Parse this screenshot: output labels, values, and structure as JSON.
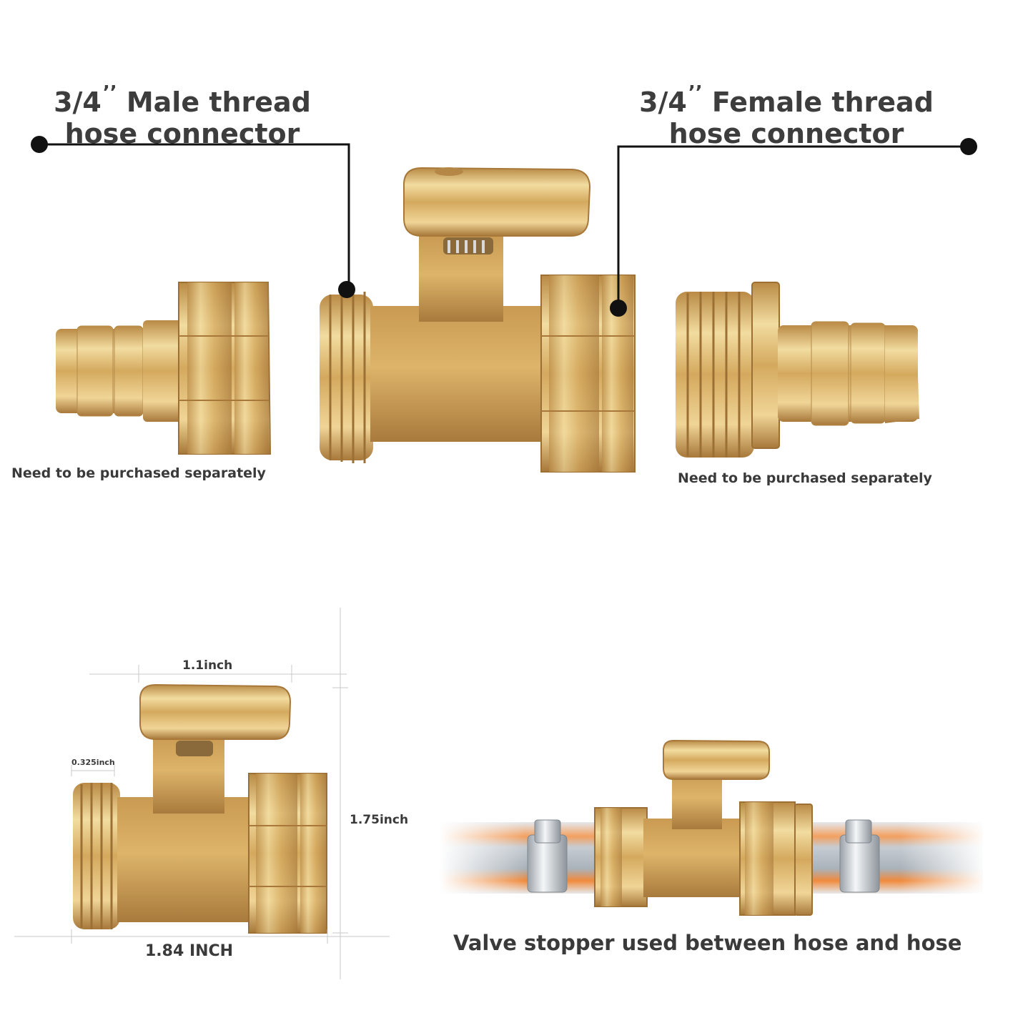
{
  "headings": {
    "male_fraction": "3/4",
    "male_rest": "Male thread",
    "male_line2": "hose connector",
    "female_fraction": "3/4",
    "female_rest": "Female thread",
    "female_line2": "hose connector",
    "inch_mark": "’’"
  },
  "notes": {
    "left": "Need to be purchased separately",
    "right": "Need to be purchased separately"
  },
  "dimensions": {
    "width_top": "1.1inch",
    "thread": "0.325inch",
    "height": "1.75inch",
    "width_bottom": "1.84 INCH"
  },
  "caption": "Valve stopper used between hose and hose",
  "colors": {
    "brass": "#d9b268",
    "brass_light": "#f3dfa5",
    "brass_dark": "#a8793a",
    "callout": "#111111",
    "hose_orange": "#f28a3c",
    "hose_grey": "#b9c1c8"
  }
}
